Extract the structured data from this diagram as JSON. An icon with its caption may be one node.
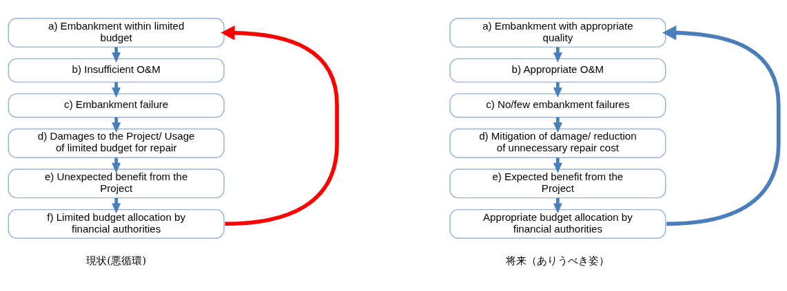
{
  "diagram": {
    "nodes": [
      {
        "text": [
          "a) Embankment within limited budget"
        ]
      },
      {
        "text": [
          "b) Insufficient O&M"
        ]
      },
      {
        "text": [
          "c) Embankment failure"
        ]
      },
      {
        "text": [
          "d) Damages to the Project/ Usage of limited budget for repair"
        ]
      },
      {
        "text": [
          "e) Unexpected benefit from the Project"
        ]
      },
      {
        "text": [
          "f) Limited budget allocation by financial authorities"
        ]
      },
      {
        "text": [
          "a) Embankment with appropriate quality"
        ]
      },
      {
        "text": [
          "b) Appropriate O&M"
        ]
      },
      {
        "text": [
          "c) No/few embankment failures"
        ]
      },
      {
        "text": [
          "d) Mitigation of damage/ reduction of unnecessary repair cost"
        ]
      },
      {
        "text": [
          "e) Expected benefit from the Project"
        ]
      },
      {
        "text": [
          "Appropriate budget allocation by financial authorities"
        ]
      }
    ],
    "edges": [
      {
        "from": 0,
        "to": 1,
        "arrow": "to"
      },
      {
        "from": 1,
        "to": 2,
        "arrow": "to"
      },
      {
        "from": 2,
        "to": 3,
        "arrow": "to"
      },
      {
        "from": 3,
        "to": 4,
        "arrow": "to"
      },
      {
        "from": 4,
        "to": 5,
        "arrow": "to"
      },
      {
        "from": 5,
        "to": 0,
        "arrow": "to",
        "color": "#ff0000"
      },
      {
        "from": 6,
        "to": 7,
        "arrow": "to"
      },
      {
        "from": 7,
        "to": 8,
        "arrow": "to"
      },
      {
        "from": 8,
        "to": 9,
        "arrow": "to"
      },
      {
        "from": 9,
        "to": 10,
        "arrow": "to"
      },
      {
        "from": 10,
        "to": 11,
        "arrow": "to"
      },
      {
        "from": 11,
        "to": 6,
        "arrow": "to"
      }
    ],
    "labels": [
      "現状(悪循環)",
      "将来（ありうべき姿）"
    ]
  }
}
